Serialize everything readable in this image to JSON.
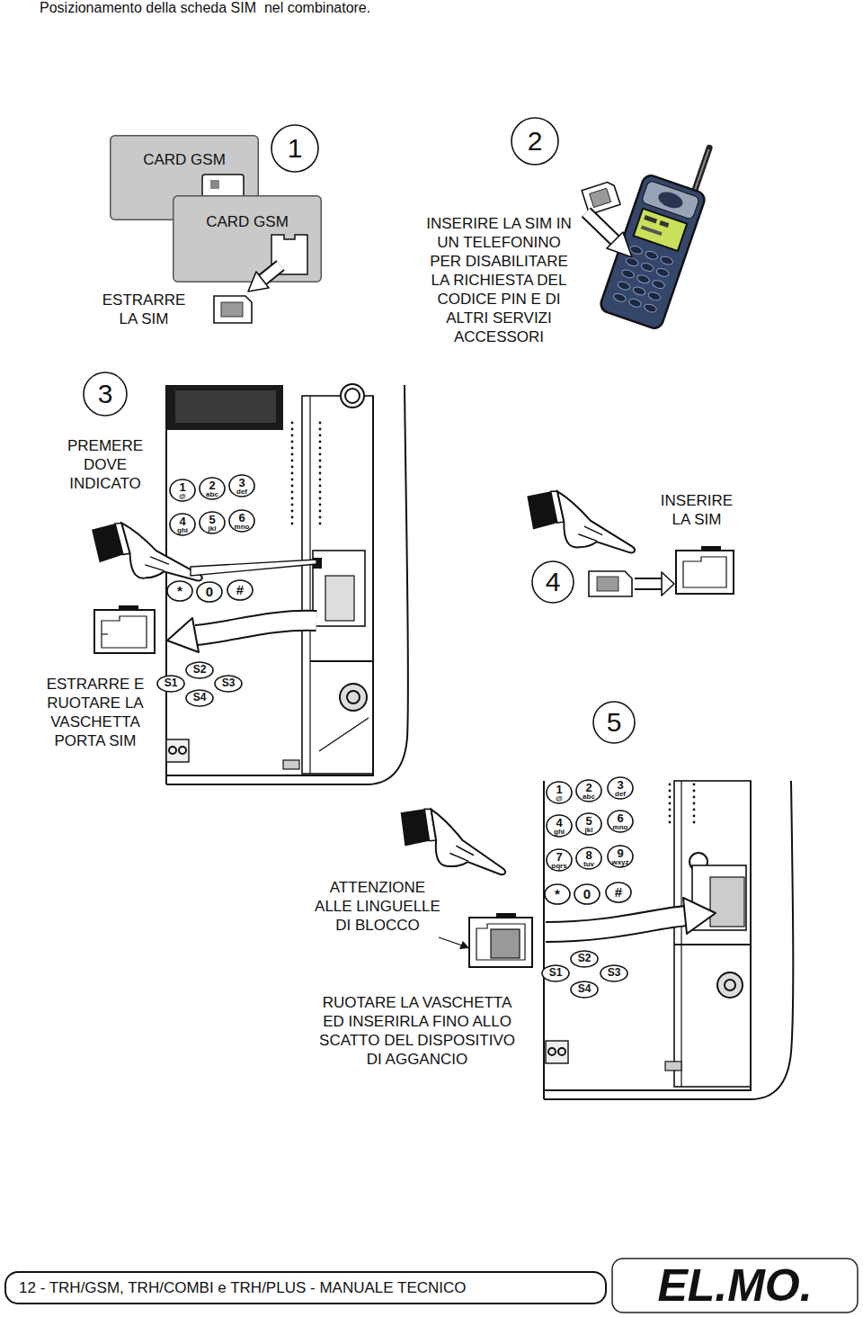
{
  "diagram": {
    "title": "Posizionamento della scheda SIM  nel combinatore.",
    "nodes": [
      {
        "text": [
          "CARD GSM"
        ]
      },
      {
        "text": [
          "1"
        ]
      },
      {
        "text": [
          "2"
        ]
      },
      {
        "text": [
          "CARD GSM"
        ]
      },
      {
        "text": [
          "3"
        ]
      },
      {
        "text": [
          "1",
          "@"
        ]
      },
      {
        "text": [
          "2",
          "abc"
        ]
      },
      {
        "text": [
          "3",
          "def"
        ]
      },
      {
        "text": [
          "4",
          "ghi"
        ]
      },
      {
        "text": [
          "5",
          "jkl"
        ]
      },
      {
        "text": [
          "6",
          "mno"
        ]
      },
      {
        "text": [
          "*"
        ]
      },
      {
        "text": [
          "0"
        ]
      },
      {
        "text": [
          "#"
        ]
      },
      {
        "text": [
          "S1"
        ]
      },
      {
        "text": [
          "S2"
        ]
      },
      {
        "text": [
          "S3"
        ]
      },
      {
        "text": [
          "S4"
        ]
      },
      {
        "text": [
          "4"
        ]
      },
      {
        "text": [
          "5"
        ]
      },
      {
        "text": [
          "1",
          "@"
        ]
      },
      {
        "text": [
          "2",
          "abc"
        ]
      },
      {
        "text": [
          "3",
          "def"
        ]
      },
      {
        "text": [
          "4",
          "ghi"
        ]
      },
      {
        "text": [
          "5",
          "jkl"
        ]
      },
      {
        "text": [
          "6",
          "mno"
        ]
      },
      {
        "text": [
          "7",
          "pqrs"
        ]
      },
      {
        "text": [
          "8",
          "tuv"
        ]
      },
      {
        "text": [
          "9",
          "wxyz"
        ]
      },
      {
        "text": [
          "*"
        ]
      },
      {
        "text": [
          "0"
        ]
      },
      {
        "text": [
          "#"
        ]
      },
      {
        "text": [
          "S1"
        ]
      },
      {
        "text": [
          "S2"
        ]
      },
      {
        "text": [
          "S3"
        ]
      },
      {
        "text": [
          "S4"
        ]
      },
      {
        "text": [
          "12 - TRH/GSM, TRH/COMBI e TRH/PLUS - MANUALE TECNICO"
        ]
      },
      {
        "text": [
          "EL.MO."
        ]
      }
    ],
    "labels": [
      "INSERIRE LA SIM IN UN TELEFONINO PER DISABILITARE LA RICHIESTA DEL CODICE PIN E DI ALTRI SERVIZI ACCESSORI",
      "ESTRARRE LA SIM",
      "PREMERE DOVE INDICATO",
      "INSERIRE LA SIM",
      "ESTRARRE E RUOTARE LA VASCHETTA PORTA SIM",
      "ATTENZIONE ALLE LINGUELLE DI BLOCCO",
      "RUOTARE LA VASCHETTA ED INSERIRLA FINO ALLO SCATTO DEL DISPOSITIVO DI AGGANCIO"
    ]
  }
}
